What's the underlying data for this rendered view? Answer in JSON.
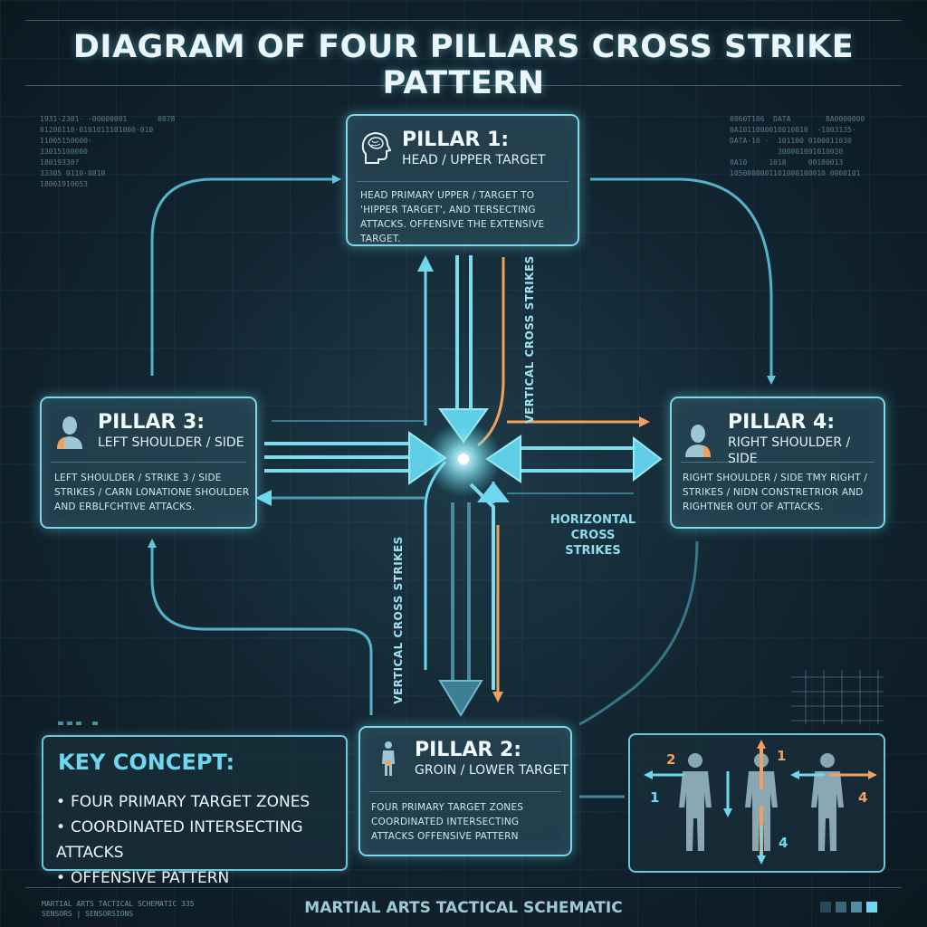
{
  "title": "DIAGRAM OF FOUR PILLARS CROSS STRIKE PATTERN",
  "data_blocks": {
    "top_left": "1931·2301· ·00000001       0078\n01200110·0101011101000·010\n11005150000·\n33015100000\n18019330?\n33305 0110·0810\n18001910053",
    "top_right": "0060T106  DATA        8A0000000\n0A1011000010010010  ·1003135·\nDATA·10 ·  101100 0100011030\n           300001001010030\n0A10     1018     00180013\n1050000001101000100010 0000101"
  },
  "pillars": {
    "p1": {
      "name": "PILLAR 1:",
      "subtitle": "HEAD / UPPER TARGET",
      "desc": "HEAD PRIMARY UPPER / TARGET TO 'HIPPER TARGET', AND TERSECTING ATTACKS. OFFENSIVE THE EXTENSIVE TARGET.",
      "icon": "head-brain-icon"
    },
    "p2": {
      "name": "PILLAR 2:",
      "subtitle": "GROIN / LOWER TARGET",
      "desc": "FOUR PRIMARY TARGET ZONES COORDINATED INTERSECTING ATTACKS OFFENSIVE PATTERN",
      "icon": "body-figure-icon"
    },
    "p3": {
      "name": "PILLAR 3:",
      "subtitle": "LEFT SHOULDER / SIDE",
      "desc": "LEFT SHOULDER / STRIKE 3 / SIDE STRIKES / CARN LONATIONE SHOULDER AND ERBLFCHTIVE ATTACKS.",
      "icon": "bust-left-shoulder-icon"
    },
    "p4": {
      "name": "PILLAR 4:",
      "subtitle": "RIGHT SHOULDER / SIDE",
      "desc": "RIGHT SHOULDER / SIDE TMY RIGHT / STRIKES / NIDN CONSTRETRIOR AND RIGHTNER OUT OF ATTACKS.",
      "icon": "bust-right-shoulder-icon"
    }
  },
  "labels": {
    "vertical_top": "VERTICAL CROSS STRIKES",
    "vertical_bottom": "VERTICAL CROSS STRIKES",
    "horizontal": "HORIZONTAL CROSS STRIKES"
  },
  "key_concept": {
    "title": "KEY CONCEPT:",
    "items": [
      "FOUR PRIMARY TARGET ZONES",
      "COORDINATED INTERSECTING ATTACKS",
      "OFFENSIVE PATTERN"
    ]
  },
  "mini_diagram": {
    "numbers": [
      "2",
      "1",
      "1",
      "4",
      "4"
    ]
  },
  "footer": {
    "title": "MARTIAL ARTS TACTICAL SCHEMATIC",
    "small_line1": "MARTIAL ARTS TACTICAL SCHEMATIC      335",
    "small_line2": "SENSORS | SENSORSIONS"
  },
  "colors": {
    "accent": "#6fe0f5",
    "orange": "#f0a060",
    "background": "#132733"
  }
}
